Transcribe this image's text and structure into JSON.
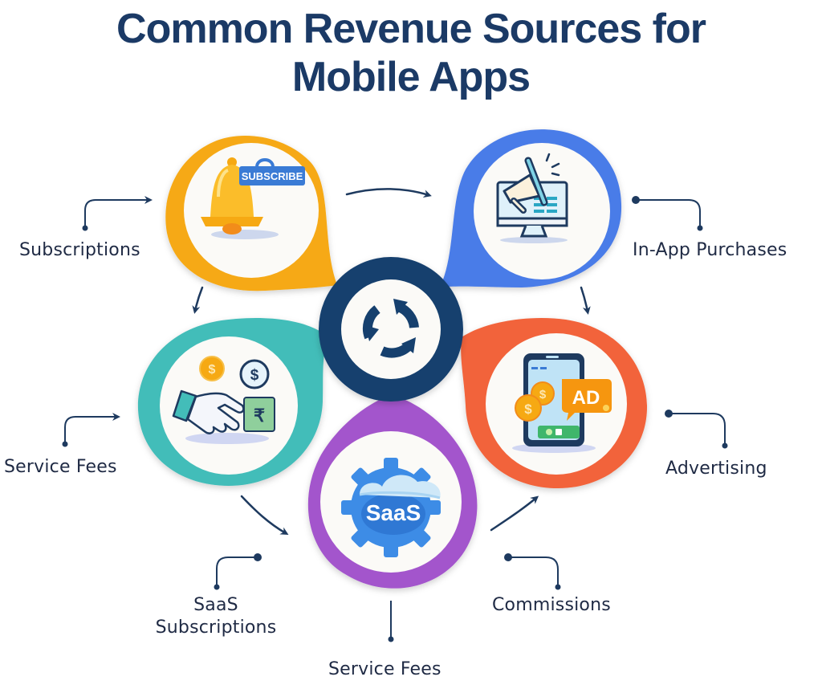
{
  "title": {
    "line1": "Common Revenue Sources for",
    "line2": "Mobile Apps"
  },
  "colors": {
    "title": "#1b3a66",
    "label_text": "#1f2a44",
    "connector": "#1e3a5f",
    "subscriptions": "#f6a913",
    "in_app_purchases": "#4a7be8",
    "service_fees": "#43bdb9",
    "advertising": "#f2643a",
    "saas": "#a355cc",
    "center": "#16406e",
    "inner_white": "#fbfaf7"
  },
  "center": {
    "icon": "cycle-arrows-icon"
  },
  "nodes": [
    {
      "id": "subscriptions",
      "label": "Subscriptions",
      "icon": "bell-subscribe-icon",
      "badge": "SUBSCRIBE"
    },
    {
      "id": "in-app-purchases",
      "label": "In-App Purchases",
      "icon": "megaphone-monitor-icon"
    },
    {
      "id": "service-fees",
      "label": "Service Fees",
      "icon": "handshake-money-icon",
      "symbols": [
        "$",
        "$",
        "₹"
      ]
    },
    {
      "id": "advertising",
      "label": "Advertising",
      "icon": "phone-ad-icon",
      "badge": "AD",
      "symbols": [
        "$",
        "$"
      ]
    },
    {
      "id": "saas",
      "label": "SaaS Subscriptions",
      "label_line1": "SaaS",
      "label_line2": "Subscriptions",
      "icon": "saas-gear-cloud-icon",
      "badge": "SaaS"
    }
  ],
  "extra_labels": {
    "commissions": "Commissions",
    "bottom_service_fees": "Service Fees"
  }
}
